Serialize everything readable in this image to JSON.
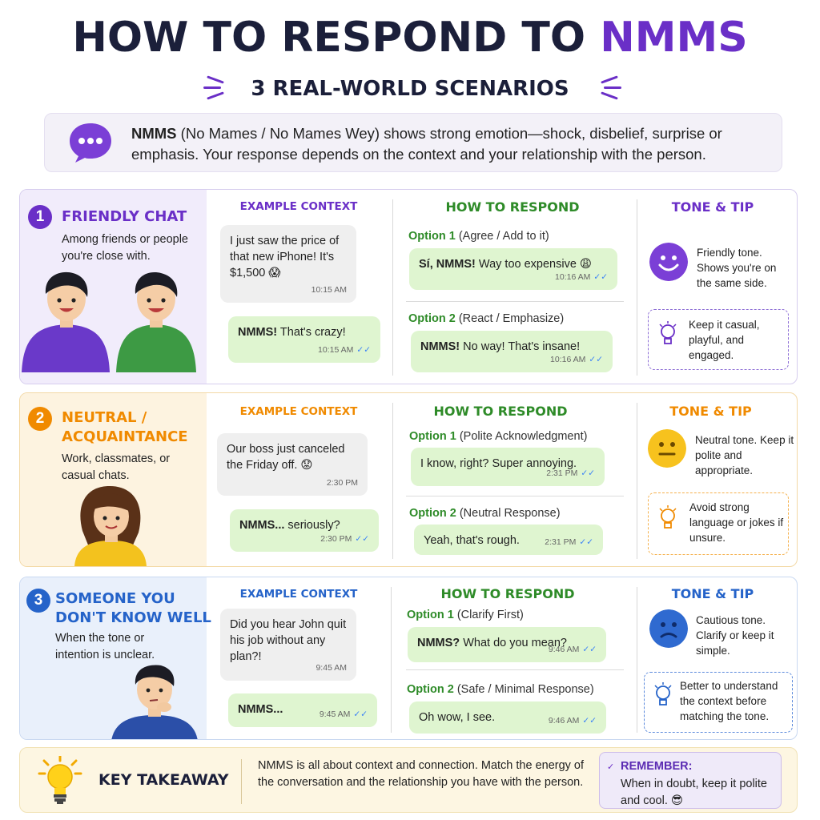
{
  "header": {
    "title_main": "HOW TO RESPOND TO ",
    "title_accent": "NMMS",
    "subtitle": "3 REAL-WORLD SCENARIOS"
  },
  "intro": {
    "term": "NMMS",
    "text": " (No Mames / No Mames Wey) shows strong emotion—shock, disbelief, surprise or emphasis. Your response depends on the context and your relationship with the person."
  },
  "colors": {
    "purple": "#6a2fc7",
    "orange": "#f08a00",
    "blue": "#2563c9",
    "green": "#2e8b28",
    "bubble_green": "#dff5d0",
    "bubble_gray": "#efefef"
  },
  "scenarios": [
    {
      "number": "1",
      "title_line1": "FRIENDLY CHAT",
      "title_line2": "",
      "description": "Among friends or people you're close with.",
      "context_header": "EXAMPLE CONTEXT",
      "context_message": "I just saw the price of that new iPhone! It's $1,500 😱",
      "context_time": "10:15 AM",
      "reply_bold": "NMMS!",
      "reply_text": " That's crazy!",
      "reply_time": "10:15 AM",
      "respond_header": "HOW TO RESPOND",
      "option1_label": "Option 1",
      "option1_desc": "(Agree / Add to it)",
      "option1_bold": "Sí, NMMS!",
      "option1_text": " Way too expensive 😩",
      "option1_time": "10:16 AM",
      "option2_label": "Option 2",
      "option2_desc": "(React / Emphasize)",
      "option2_bold": "NMMS!",
      "option2_text": " No way! That's insane!",
      "option2_time": "10:16 AM",
      "tone_header": "TONE & TIP",
      "tone_text": "Friendly tone. Shows you're on the same side.",
      "tip_text": "Keep it casual, playful, and engaged."
    },
    {
      "number": "2",
      "title_line1": "NEUTRAL /",
      "title_line2": "ACQUAINTANCE",
      "description": "Work, classmates, or casual chats.",
      "context_header": "EXAMPLE CONTEXT",
      "context_message": "Our boss just canceled the Friday off. 😟",
      "context_time": "2:30 PM",
      "reply_bold": "NMMS...",
      "reply_text": " seriously?",
      "reply_time": "2:30 PM",
      "respond_header": "HOW TO RESPOND",
      "option1_label": "Option 1",
      "option1_desc": "(Polite Acknowledgment)",
      "option1_bold": "",
      "option1_text": "I know, right? Super annoying.",
      "option1_time": "2:31 PM",
      "option2_label": "Option 2",
      "option2_desc": "(Neutral Response)",
      "option2_bold": "",
      "option2_text": "Yeah, that's rough.",
      "option2_time": "2:31 PM",
      "tone_header": "TONE & TIP",
      "tone_text": "Neutral tone. Keep it polite and appropriate.",
      "tip_text": "Avoid strong language or jokes if unsure."
    },
    {
      "number": "3",
      "title_line1": "SOMEONE YOU",
      "title_line2": "DON'T KNOW WELL",
      "description": "When the tone or intention is unclear.",
      "context_header": "EXAMPLE CONTEXT",
      "context_message": "Did you hear John quit his job without any plan?!",
      "context_time": "9:45 AM",
      "reply_bold": "NMMS...",
      "reply_text": "",
      "reply_time": "9:45 AM",
      "respond_header": "HOW TO RESPOND",
      "option1_label": "Option 1",
      "option1_desc": "(Clarify First)",
      "option1_bold": "NMMS?",
      "option1_text": " What do you mean?",
      "option1_time": "9:46 AM",
      "option2_label": "Option 2",
      "option2_desc": "(Safe / Minimal Response)",
      "option2_bold": "",
      "option2_text": "Oh wow, I see.",
      "option2_time": "9:46 AM",
      "tone_header": "TONE & TIP",
      "tone_text": "Cautious tone. Clarify or keep it simple.",
      "tip_text": "Better to understand the context before matching the tone."
    }
  ],
  "takeaway": {
    "title": "KEY TAKEAWAY",
    "text": "NMMS is all about context and connection. Match the energy of the conversation and the relationship you have with the person.",
    "remember_head": "REMEMBER:",
    "remember_text": "When in doubt, keep it polite and cool. 😎"
  },
  "ticks": "✓✓"
}
